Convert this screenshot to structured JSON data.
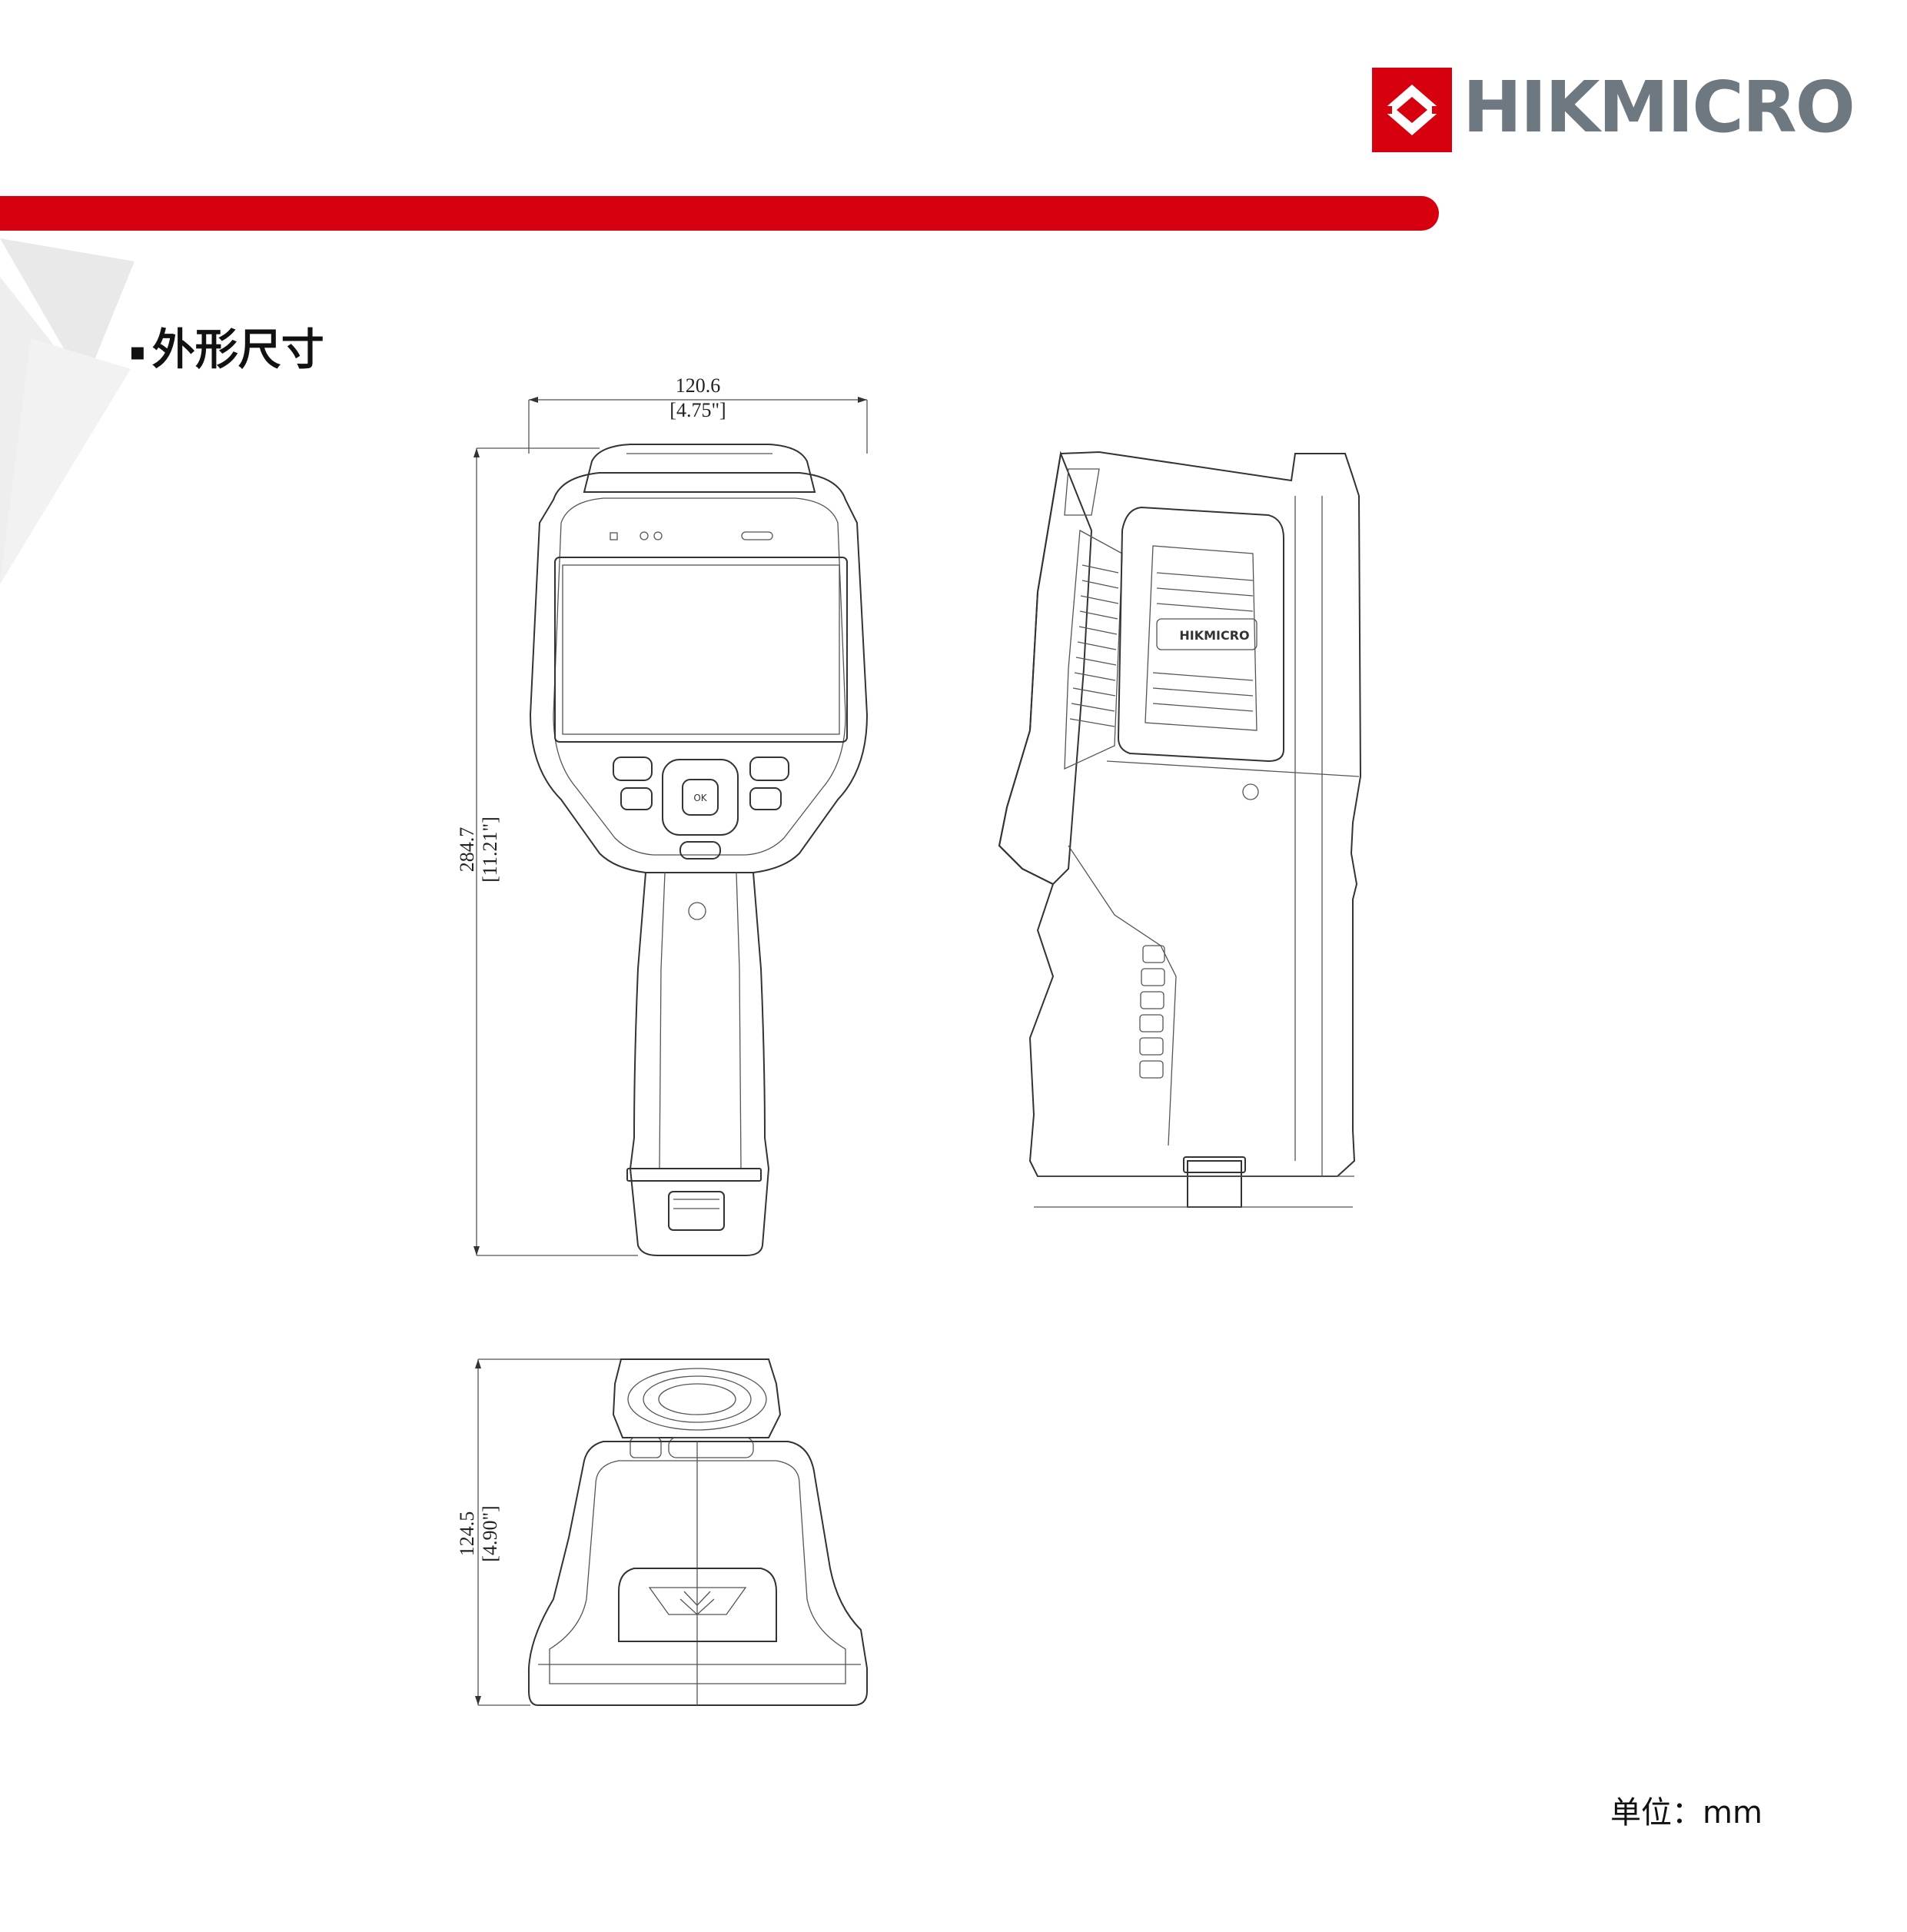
{
  "header": {
    "brand": "HIKMICRO",
    "brand_color": "#d7000f",
    "brand_text_color": "#6d7880",
    "logo_icon": "hikmicro-logo-icon"
  },
  "section": {
    "bullet": "▪",
    "title": "外形尺寸"
  },
  "drawings": {
    "front_view": {
      "width_mm": "120.6",
      "width_in": "[4.75\"]",
      "height_mm": "284.7",
      "height_in": "[11.21\"]",
      "button_ok": "OK"
    },
    "side_view": {
      "brand_mark": "HIKMICRO"
    },
    "bottom_view": {
      "depth_mm": "124.5",
      "depth_in": "[4.90\"]"
    }
  },
  "footer": {
    "unit_label": "单位：mm"
  }
}
